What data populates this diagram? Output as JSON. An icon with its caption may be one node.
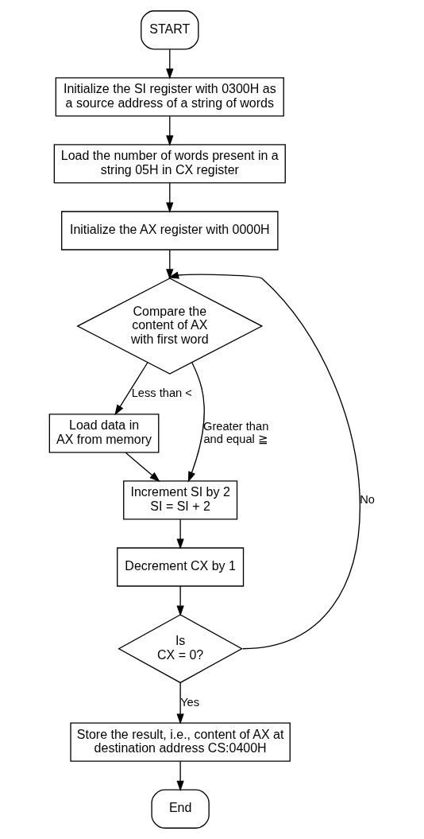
{
  "diagram": {
    "nodes": [
      {
        "text": [
          "START"
        ]
      },
      {
        "text": [
          "Initialize the SI register with 0300H as a source address of a string of words"
        ]
      },
      {
        "text": [
          "Load the number of words present in a string 05H in CX register"
        ]
      },
      {
        "text": [
          "Initialize the AX register with 0000H"
        ]
      },
      {
        "text": [
          "Compare the content of AX with first word"
        ]
      },
      {
        "text": [
          "Load data in AX from memory"
        ]
      },
      {
        "text": [
          "Increment SI by 2 SI = SI + 2"
        ]
      },
      {
        "text": [
          "Decrement CX by 1"
        ]
      },
      {
        "text": [
          "Is CX = 0?"
        ]
      },
      {
        "text": [
          "Store the result, i.e., content of AX at destination address CS:0400H"
        ]
      },
      {
        "text": [
          "End"
        ]
      }
    ],
    "edges": [
      {
        "from": 0,
        "to": 1,
        "arrow": "to"
      },
      {
        "from": 1,
        "to": 2,
        "arrow": "to"
      },
      {
        "from": 2,
        "to": 3,
        "arrow": "to"
      },
      {
        "from": 3,
        "to": 4,
        "arrow": "to"
      },
      {
        "from": 4,
        "to": 5,
        "arrow": "to",
        "label": "Less than <"
      },
      {
        "from": 4,
        "to": 6,
        "arrow": "to",
        "label": "Greater than and equal ≧"
      },
      {
        "from": 5,
        "to": 6,
        "arrow": "to"
      },
      {
        "from": 6,
        "to": 7,
        "arrow": "to"
      },
      {
        "from": 7,
        "to": 8,
        "arrow": "to"
      },
      {
        "from": 8,
        "to": 4,
        "arrow": "to",
        "label": "No"
      },
      {
        "from": 8,
        "to": 9,
        "arrow": "to",
        "label": "Yes"
      },
      {
        "from": 9,
        "to": 10,
        "arrow": "to"
      }
    ]
  }
}
